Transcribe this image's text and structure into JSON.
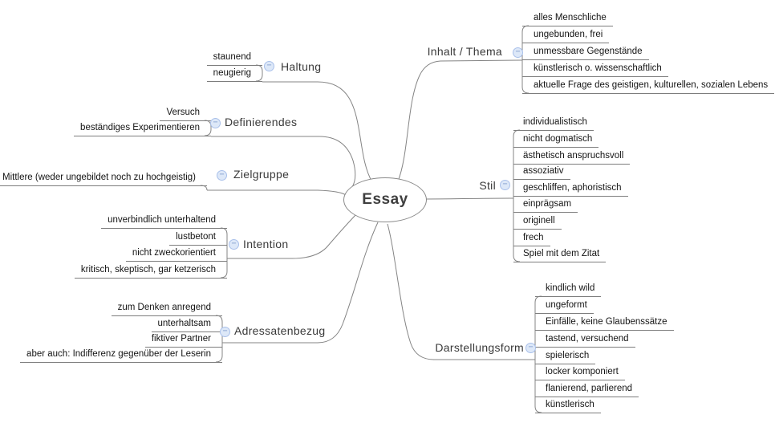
{
  "root": {
    "label": "Essay"
  },
  "icons": {
    "collapse": "−"
  },
  "colors": {
    "line": "#848484",
    "leaf_underline": "#7d7d7d",
    "icon_fill": "#dde8f8",
    "icon_border": "#a9c0ea",
    "icon_glyph": "#7f9ccc",
    "leaf_text": "#141414",
    "label_text": "#3a3a3a",
    "background": "#ffffff"
  },
  "branches": [
    {
      "label": "Haltung",
      "side": "left",
      "children": [
        "staunend",
        "neugierig"
      ]
    },
    {
      "label": "Definierendes",
      "side": "left",
      "children": [
        "Versuch",
        "beständiges Experimentieren"
      ]
    },
    {
      "label": "Zielgruppe",
      "side": "left",
      "children": [
        "Mittlere (weder ungebildet noch zu hochgeistig)"
      ]
    },
    {
      "label": "Intention",
      "side": "left",
      "children": [
        "unverbindlich unterhaltend",
        "lustbetont",
        "nicht zweckorientiert",
        "kritisch, skeptisch, gar ketzerisch"
      ]
    },
    {
      "label": "Adressatenbezug",
      "side": "left",
      "children": [
        "zum Denken anregend",
        "unterhaltsam",
        "fiktiver Partner",
        "aber auch: Indifferenz gegenüber der Leserin"
      ]
    },
    {
      "label": "Inhalt / Thema",
      "side": "right",
      "children": [
        "alles Menschliche",
        "ungebunden, frei",
        "unmessbare Gegenstände",
        "künstlerisch o. wissenschaftlich",
        "aktuelle Frage des geistigen, kulturellen, sozialen Lebens"
      ]
    },
    {
      "label": "Stil",
      "side": "right",
      "children": [
        "individualistisch",
        "nicht dogmatisch",
        "ästhetisch anspruchsvoll",
        "assoziativ",
        "geschliffen, aphoristisch",
        "einprägsam",
        "originell",
        "frech",
        "Spiel mit dem Zitat"
      ]
    },
    {
      "label": "Darstellungsform",
      "side": "right",
      "children": [
        "kindlich wild",
        "ungeformt",
        "Einfälle, keine Glaubenssätze",
        "tastend, versuchend",
        "spielerisch",
        "locker komponiert",
        "flanierend, parlierend",
        "künstlerisch"
      ]
    }
  ]
}
